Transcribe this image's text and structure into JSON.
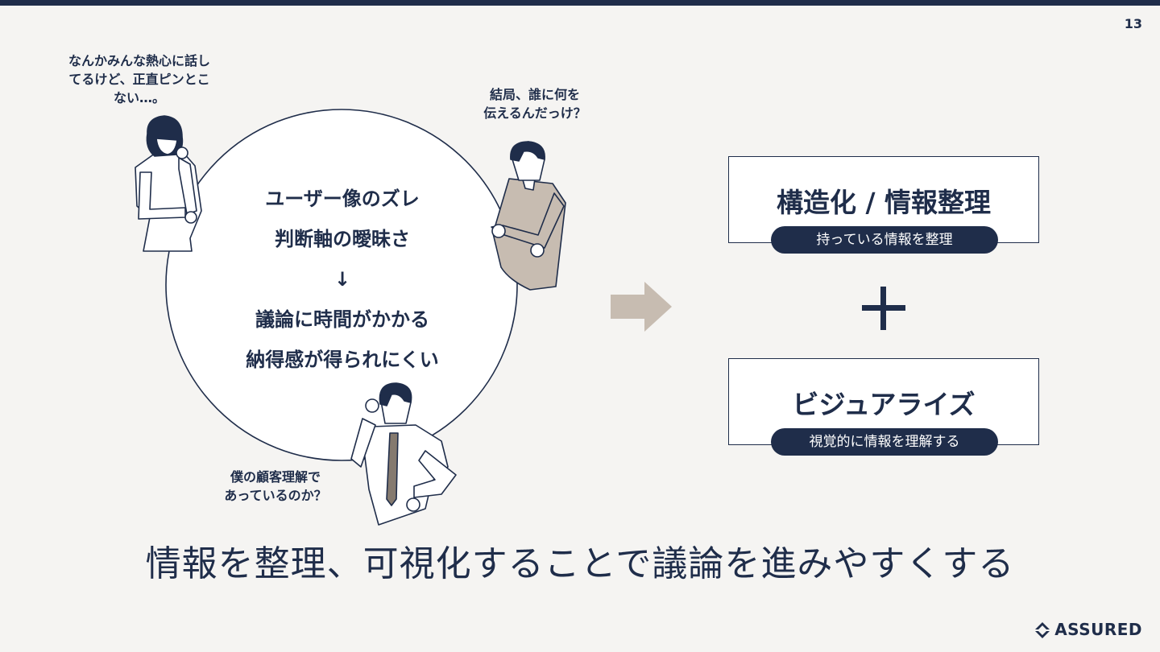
{
  "page_number": "13",
  "bubbles": {
    "top_left": [
      "なんかみんな熱心に話し",
      "てるけど、正直ピンとこ",
      "ない…。"
    ],
    "top_right": [
      "結局、誰に何を",
      "伝えるんだっけ？"
    ],
    "bottom": [
      "僕の顧客理解で",
      "あっているのか？"
    ]
  },
  "circle": {
    "line1": "ユーザー像のズレ",
    "line2": "判断軸の曖昧さ",
    "arrow": "↓",
    "line3": "議論に時間がかかる",
    "line4": "納得感が得られにくい"
  },
  "cards": {
    "structure": {
      "title": "構造化 / 情報整理",
      "pill": "持っている情報を整理"
    },
    "visualize": {
      "title": "ビジュアライズ",
      "pill": "視覚的に情報を理解する"
    }
  },
  "tagline": "情報を整理、可視化することで議論を進みやすくする",
  "brand": "ASSURED",
  "icons": {
    "right_arrow": "arrow-right-icon",
    "plus": "plus-icon",
    "logo": "assured-logo-icon"
  },
  "colors": {
    "navy": "#1f2d4a",
    "beige": "#c7bcb1",
    "background": "#f5f4f2"
  }
}
